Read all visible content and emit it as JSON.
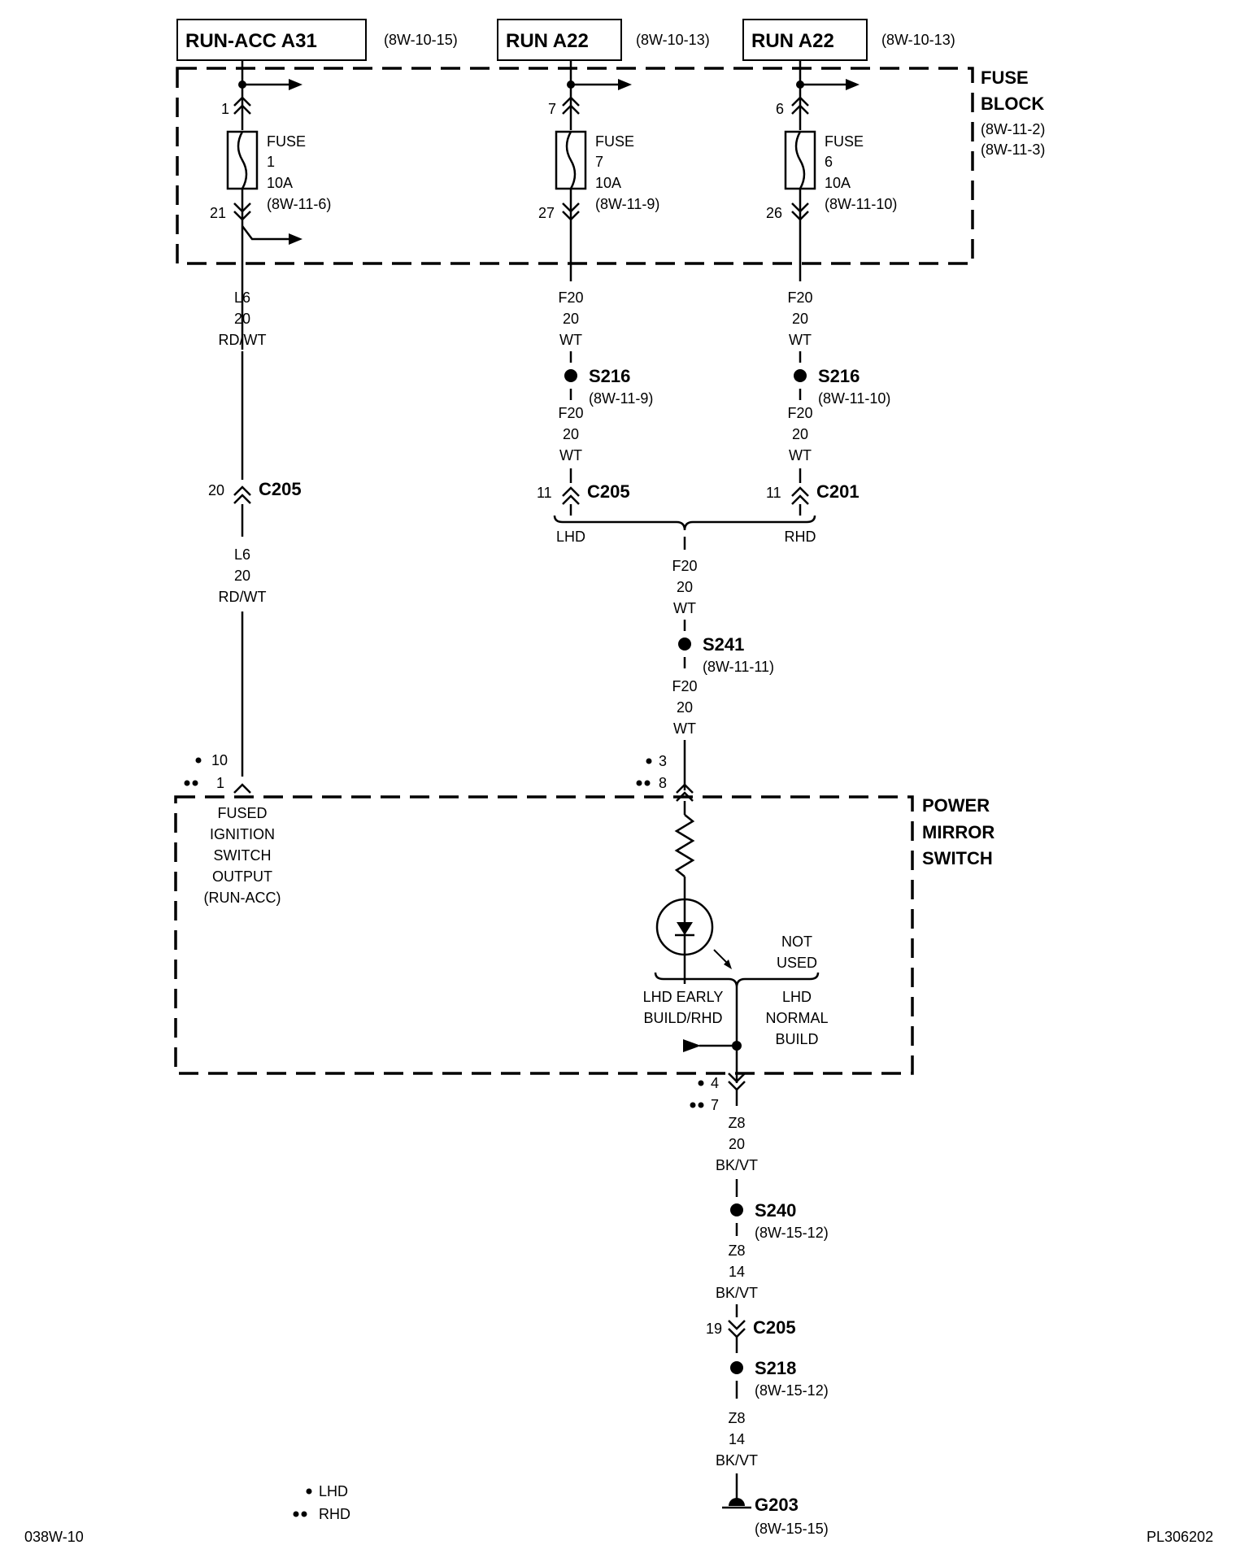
{
  "sources": [
    {
      "label": "RUN-ACC A31",
      "ref": "(8W-10-15)"
    },
    {
      "label": "RUN A22",
      "ref": "(8W-10-13)"
    },
    {
      "label": "RUN A22",
      "ref": "(8W-10-13)"
    }
  ],
  "fuse_block": {
    "title1": "FUSE",
    "title2": "BLOCK",
    "ref1": "(8W-11-2)",
    "ref2": "(8W-11-3)"
  },
  "fuses": [
    {
      "in_pin": "1",
      "out_pin": "21",
      "l1": "FUSE",
      "l2": "1",
      "l3": "10A",
      "ref": "(8W-11-6)"
    },
    {
      "in_pin": "7",
      "out_pin": "27",
      "l1": "FUSE",
      "l2": "7",
      "l3": "10A",
      "ref": "(8W-11-9)"
    },
    {
      "in_pin": "6",
      "out_pin": "26",
      "l1": "FUSE",
      "l2": "6",
      "l3": "10A",
      "ref": "(8W-11-10)"
    }
  ],
  "wires": {
    "l6": {
      "circuit": "L6",
      "gauge": "20",
      "color": "RD/WT"
    },
    "f20": {
      "circuit": "F20",
      "gauge": "20",
      "color": "WT"
    },
    "z8_20": {
      "circuit": "Z8",
      "gauge": "20",
      "color": "BK/VT"
    },
    "z8_14": {
      "circuit": "Z8",
      "gauge": "14",
      "color": "BK/VT"
    }
  },
  "splices": [
    {
      "name": "S216",
      "ref": "(8W-11-9)"
    },
    {
      "name": "S216",
      "ref": "(8W-11-10)"
    },
    {
      "name": "S241",
      "ref": "(8W-11-11)"
    },
    {
      "name": "S240",
      "ref": "(8W-15-12)"
    },
    {
      "name": "S218",
      "ref": "(8W-15-12)"
    }
  ],
  "connectors": [
    {
      "pin": "20",
      "name": "C205"
    },
    {
      "pin": "11",
      "name": "C205"
    },
    {
      "pin": "11",
      "name": "C201"
    },
    {
      "pin": "19",
      "name": "C205"
    }
  ],
  "branch": {
    "left": "LHD",
    "right": "RHD"
  },
  "switch": {
    "title1": "POWER",
    "title2": "MIRROR",
    "title3": "SWITCH",
    "pin_a_lhd": "10",
    "pin_a_rhd": "1",
    "pin_b_lhd": "3",
    "pin_b_rhd": "8",
    "pin_c_lhd": "4",
    "pin_c_rhd": "7",
    "desc": [
      "FUSED",
      "IGNITION",
      "SWITCH",
      "OUTPUT",
      "(RUN-ACC)"
    ],
    "not_used1": "NOT",
    "not_used2": "USED",
    "early1": "LHD EARLY",
    "early2": "BUILD/RHD",
    "normal1": "LHD",
    "normal2": "NORMAL",
    "normal3": "BUILD"
  },
  "ground": {
    "name": "G203",
    "ref": "(8W-15-15)"
  },
  "legend": {
    "single": "LHD",
    "double": "RHD"
  },
  "footer": {
    "left": "038W-10",
    "right": "PL306202"
  }
}
